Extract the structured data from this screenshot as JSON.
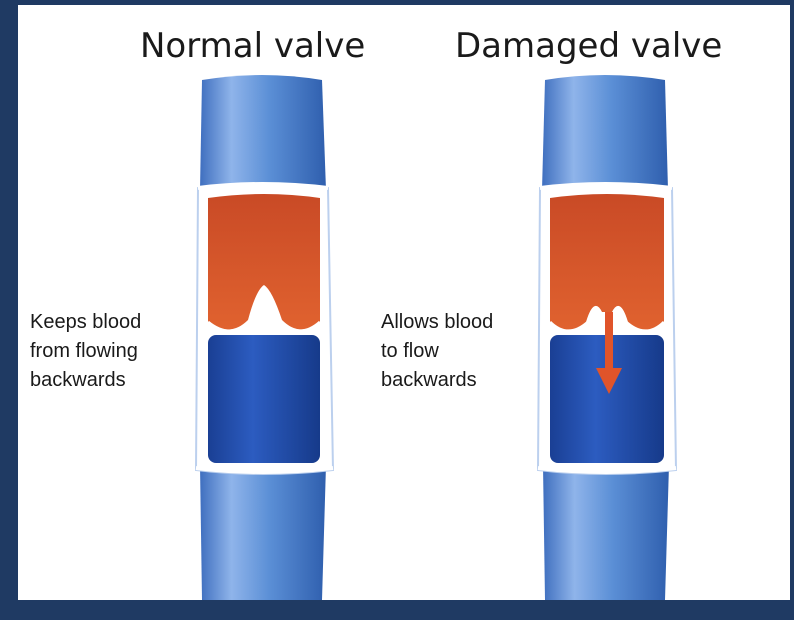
{
  "titles": {
    "normal": "Normal valve",
    "damaged": "Damaged valve"
  },
  "captions": {
    "normal": [
      "Keeps blood",
      "from flowing",
      "backwards"
    ],
    "damaged": [
      "Allows blood",
      "to flow",
      "backwards"
    ]
  },
  "colors": {
    "frame": "#1f3a63",
    "vein_wall": "#5b8fd6",
    "vein_dark": "#1f4da8",
    "blood": "#d9572e",
    "arrow": "#e0542a"
  }
}
